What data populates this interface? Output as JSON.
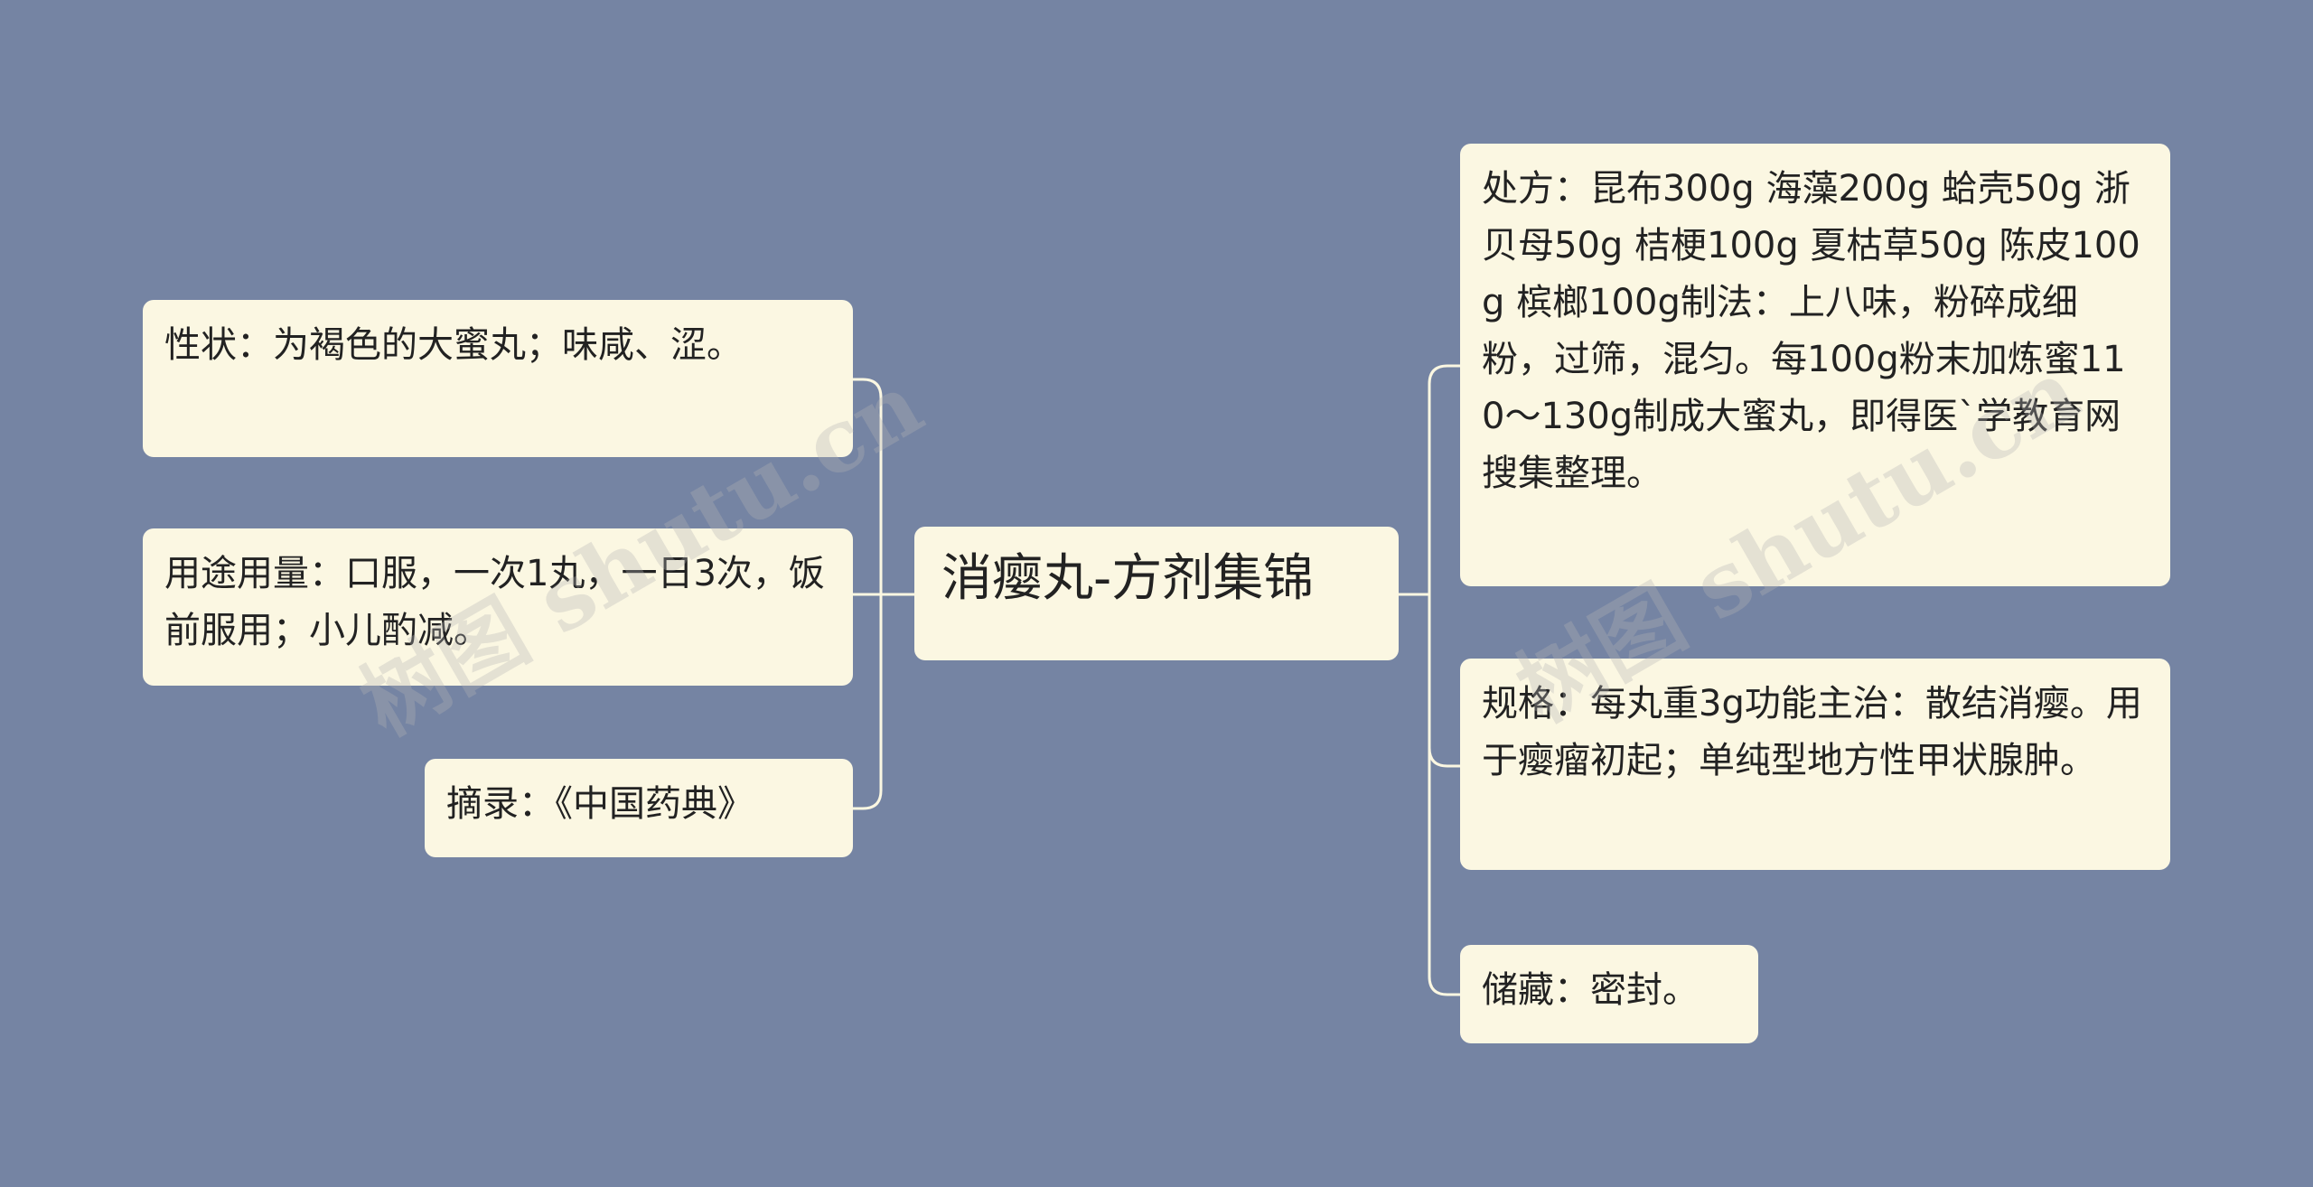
{
  "colors": {
    "background": "#7584a3",
    "node_fill": "#fbf7e2",
    "connector": "#fbf7e2",
    "text": "#222222"
  },
  "center": {
    "label": "消瘿丸-方剂集锦"
  },
  "left_branches": [
    {
      "text": "性状：为褐色的大蜜丸；味咸、涩。"
    },
    {
      "text": "用途用量：口服，一次1丸，一日3次，饭前服用；小儿酌减。"
    },
    {
      "text": "摘录：《中国药典》"
    }
  ],
  "right_branches": [
    {
      "text": "处方：昆布300g 海藻200g 蛤壳50g 浙贝母50g 桔梗100g 夏枯草50g 陈皮100g 槟榔100g制法：上八味，粉碎成细粉，过筛，混匀。每100g粉末加炼蜜110～130g制成大蜜丸，即得医`学教育网搜集整理。"
    },
    {
      "text": "规格：每丸重3g功能主治：散结消瘿。用于瘿瘤初起；单纯型地方性甲状腺肿。"
    },
    {
      "text": "储藏：密封。"
    }
  ],
  "watermarks": [
    {
      "text": "树图 shutu.cn"
    },
    {
      "text": "树图 shutu.cn"
    }
  ]
}
